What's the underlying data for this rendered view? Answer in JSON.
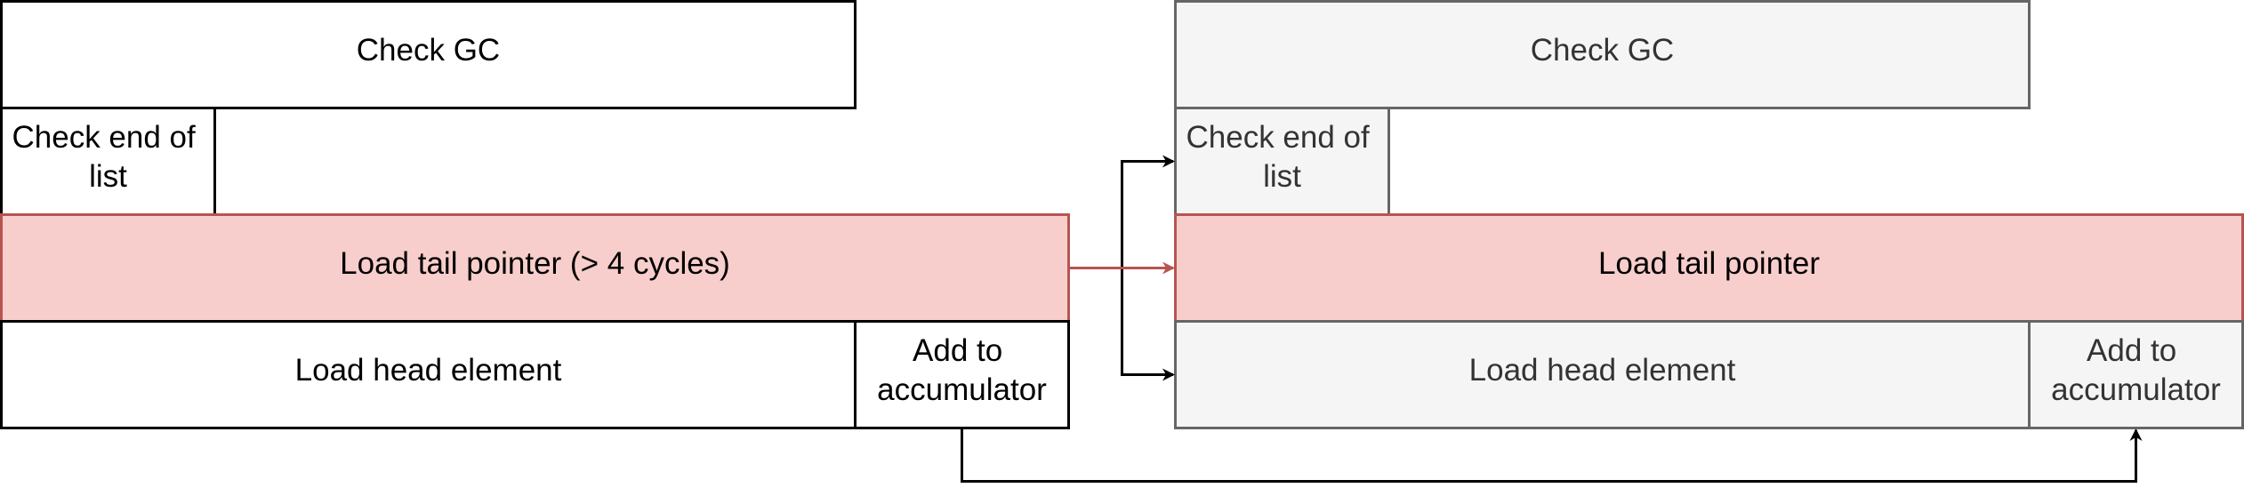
{
  "colors": {
    "white_fill": "#ffffff",
    "white_stroke": "#000000",
    "white_text": "#000000",
    "grey_fill": "#f5f5f5",
    "grey_stroke": "#666666",
    "grey_text": "#333333",
    "red_fill": "#f8cecc",
    "red_stroke": "#b85450",
    "red_text": "#000000",
    "edge_black": "#000000",
    "edge_red": "#b85450"
  },
  "left": {
    "check_gc": "Check GC",
    "check_end_line1": "Check end of",
    "check_end_line2": "list",
    "load_tail": "Load tail pointer (> 4 cycles)",
    "load_head": "Load head element",
    "add_line1": "Add to",
    "add_line2": "accumulator"
  },
  "right": {
    "check_gc": "Check GC",
    "check_end_line1": "Check end of",
    "check_end_line2": "list",
    "load_tail": "Load tail pointer",
    "load_head": "Load head element",
    "add_line1": "Add to",
    "add_line2": "accumulator"
  }
}
